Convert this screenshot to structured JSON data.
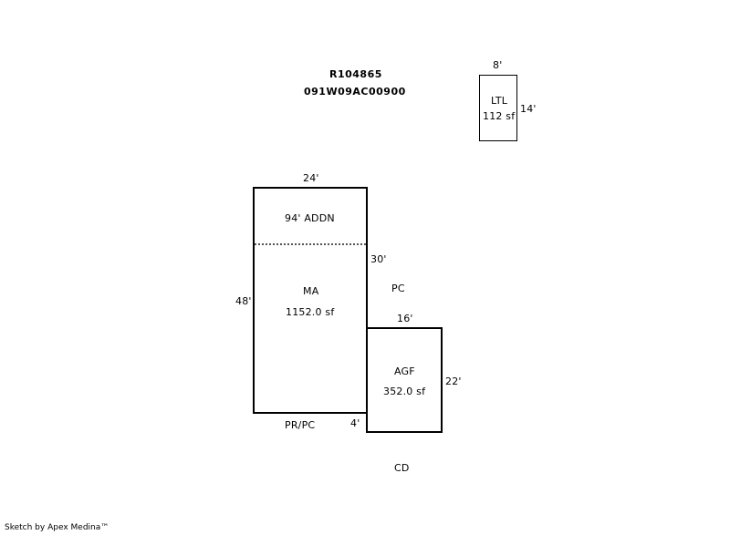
{
  "header": {
    "parcel_id": "R104865",
    "map_number": "091W09AC00900"
  },
  "ltl": {
    "label": "LTL",
    "area": "112 sf",
    "width_dim": "8'",
    "height_dim": "14'"
  },
  "main": {
    "label": "MA",
    "area": "1152.0 sf",
    "width_dim": "24'",
    "height_dim": "48'",
    "addition_label": "94' ADDN",
    "right_dim": "30'"
  },
  "agf": {
    "label": "AGF",
    "area": "352.0 sf",
    "width_dim": "16'",
    "height_dim": "22'",
    "offset_dim": "4'"
  },
  "annotations": {
    "pc": "PC",
    "pr_pc": "PR/PC",
    "cd": "CD"
  },
  "footer": {
    "credit": "Sketch by Apex Medina™"
  }
}
